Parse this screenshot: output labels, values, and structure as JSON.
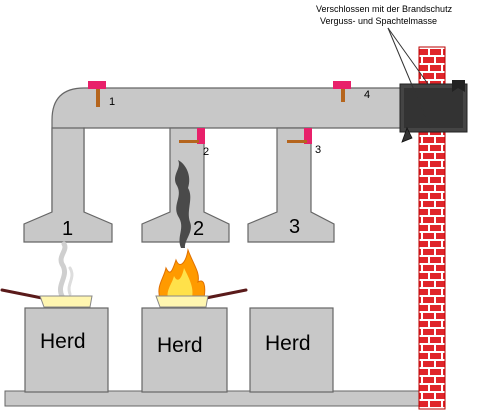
{
  "annotation": {
    "line1": "Verschlossen mit der Brandschutz",
    "line2": "Verguss- und Spachtelmasse"
  },
  "hoods": [
    {
      "number": "1"
    },
    {
      "number": "2"
    },
    {
      "number": "3"
    }
  ],
  "dampers": [
    {
      "label": "1"
    },
    {
      "label": "2"
    },
    {
      "label": "3"
    },
    {
      "label": "4"
    }
  ],
  "stoves": [
    {
      "label": "Herd"
    },
    {
      "label": "Herd"
    },
    {
      "label": "Herd"
    }
  ],
  "colors": {
    "duct": "#c8c8c8",
    "duct_stroke": "#666666",
    "brick": "#e0252a",
    "mortar": "#ffffff",
    "damper_flag": "#e8206a",
    "damper_stem": "#b5651d",
    "flame_outer": "#ff9a00",
    "flame_inner": "#ffe14a",
    "smoke": "#555555",
    "pan": "#fff6b0"
  }
}
